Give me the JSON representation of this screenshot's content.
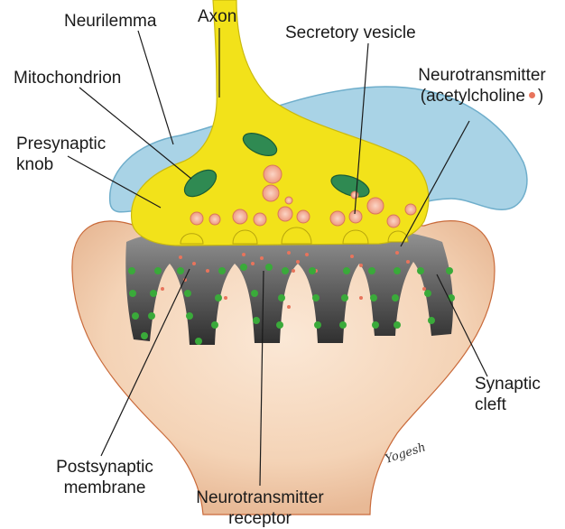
{
  "labels": {
    "neurilemma": "Neurilemma",
    "axon": "Axon",
    "secretory_vesicle": "Secretory vesicle",
    "mitochondrion": "Mitochondrion",
    "neurotransmitter_l1": "Neurotransmitter",
    "neurotransmitter_l2a": "(acetylcholine",
    "neurotransmitter_l2b": ")",
    "presynaptic_l1": "Presynaptic",
    "presynaptic_l2": "knob",
    "synaptic_l1": "Synaptic",
    "synaptic_l2": "cleft",
    "postsynaptic_l1": "Postsynaptic",
    "postsynaptic_l2": "membrane",
    "receptor_l1": "Neurotransmitter",
    "receptor_l2": "receptor"
  },
  "signature": "Yogesh",
  "colors": {
    "axon": "#f2e21a",
    "neurilemma": "#a9d3e6",
    "postsynaptic": "#f4d3b6",
    "cleft": "#3a3a3a",
    "vesicle": "#f2a992",
    "receptor": "#3aaa3a",
    "mitochondrion": "#2f8a52"
  }
}
